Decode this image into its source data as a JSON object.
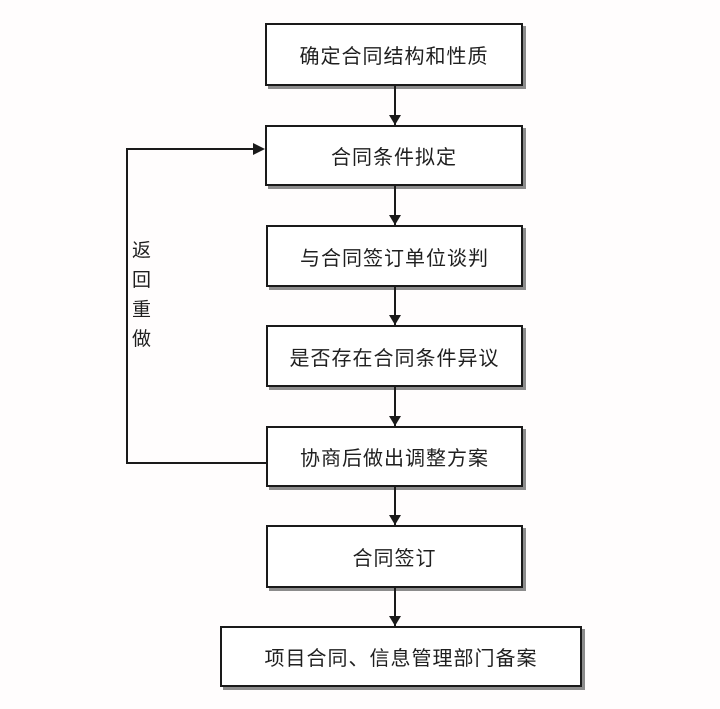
{
  "page": {
    "background_color": "#fffdfd",
    "line_color": "#1a1a1a",
    "box_background": "#ffffff",
    "box_shadow_color": "#8c8c8c",
    "text_color": "#1f1f1f"
  },
  "flowchart": {
    "nodes": [
      {
        "id": "n1",
        "label": "确定合同结构和性质"
      },
      {
        "id": "n2",
        "label": "合同条件拟定"
      },
      {
        "id": "n3",
        "label": "与合同签订单位谈判"
      },
      {
        "id": "n4",
        "label": "是否存在合同条件异议"
      },
      {
        "id": "n5",
        "label": "协商后做出调整方案"
      },
      {
        "id": "n6",
        "label": "合同签订"
      },
      {
        "id": "n7",
        "label": "项目合同、信息管理部门备案"
      }
    ],
    "edges": [
      {
        "from": "n1",
        "to": "n2"
      },
      {
        "from": "n2",
        "to": "n3"
      },
      {
        "from": "n3",
        "to": "n4"
      },
      {
        "from": "n4",
        "to": "n5"
      },
      {
        "from": "n5",
        "to": "n6"
      },
      {
        "from": "n6",
        "to": "n7"
      },
      {
        "from": "n5",
        "to": "n2",
        "label": "返回重做",
        "type": "feedback-loop"
      }
    ],
    "feedback_label": "返回重做"
  }
}
